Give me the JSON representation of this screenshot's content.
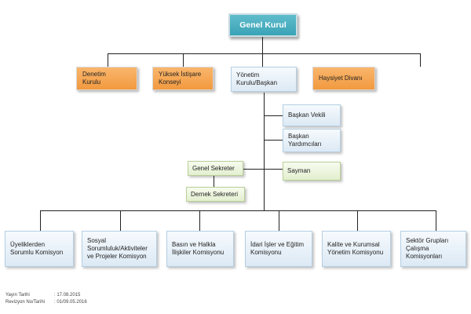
{
  "root": "Genel Kurul",
  "level1": [
    "Denetim Kurulu",
    "Yüksek İstişare Konseyi",
    "Yönetim Kurulu/Başkan",
    "Haysiyet Divanı"
  ],
  "management": [
    "Başkan Vekili",
    "Başkan Yardımcıları",
    "Sayman"
  ],
  "secretaries": [
    "Genel Sekreter",
    "Dernek Sekreteri"
  ],
  "commissions": [
    "Üyeliklerden Sorumlu Komisyon",
    "Sosyal Sorumluluk/Aktiviteler ve Projeler Komisyon",
    "Basın ve Halkla İlişkiler Komisyonu",
    "İdari İşler ve Eğitim Komisyonu",
    "Kalite ve Kurumsal Yönetim Komisyonu",
    "Sektör Grupları Çalışma Komisyonları"
  ],
  "footer": {
    "published_label": "Yayın Tarihi",
    "published_value": ": 17.08.2015",
    "revision_label": "Revizyon No/Tarihi",
    "revision_value": ": 01/09.05.2016"
  }
}
